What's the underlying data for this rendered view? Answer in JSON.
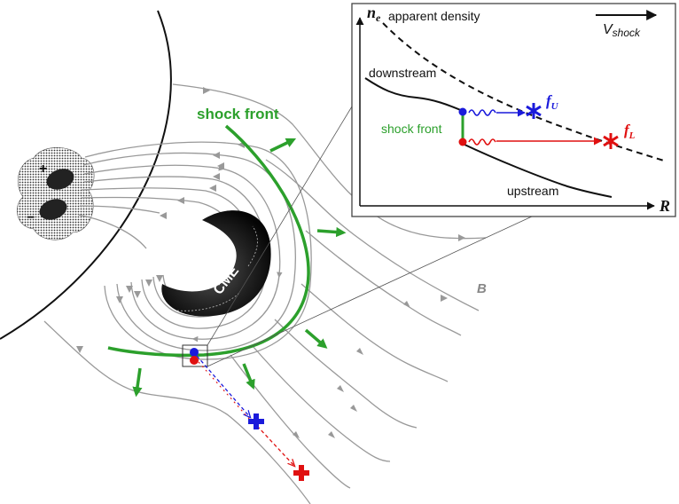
{
  "main_diagram": {
    "shock_front_label": "shock front",
    "cme_label": "CME",
    "field_label": "B",
    "polarity_positive": "+",
    "polarity_negative": "−"
  },
  "inset": {
    "y_axis_label": "n",
    "y_axis_subscript": "e",
    "x_axis_label": "R",
    "apparent_density_label": "apparent density",
    "downstream_label": "downstream",
    "upstream_label": "upstream",
    "shock_front_label": "shock front",
    "velocity_label": "V",
    "velocity_subscript": "shock",
    "fu_label": "f",
    "fu_subscript": "U",
    "fl_label": "f",
    "fl_subscript": "L"
  },
  "colors": {
    "shock": "#2ca02c",
    "upper_band": "#1a1adb",
    "lower_band": "#e01010",
    "field_lines": "#999999",
    "curves": "#111111"
  }
}
